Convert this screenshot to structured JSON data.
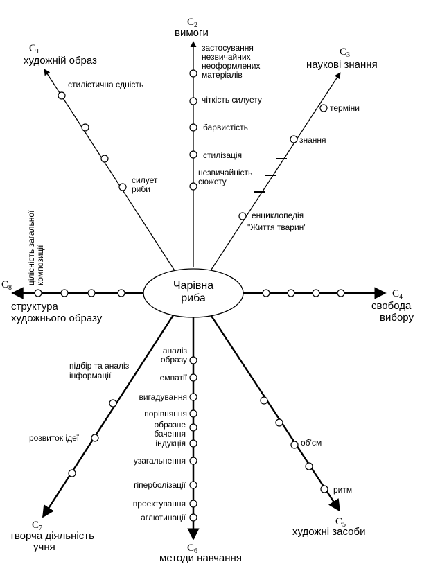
{
  "center": {
    "line1": "Чарівна",
    "line2": "риба"
  },
  "axes": {
    "c1": {
      "code": "C",
      "sub": "1",
      "title": "художній образ"
    },
    "c2": {
      "code": "C",
      "sub": "2",
      "title": "вимоги"
    },
    "c3": {
      "code": "C",
      "sub": "3",
      "title": "наукові знання"
    },
    "c4": {
      "code": "C",
      "sub": "4",
      "title1": "свобода",
      "title2": "вибору"
    },
    "c5": {
      "code": "C",
      "sub": "5",
      "title": "художні засоби"
    },
    "c6": {
      "code": "C",
      "sub": "6",
      "title": "методи навчання"
    },
    "c7": {
      "code": "C",
      "sub": "7",
      "title1": "творча діяльність",
      "title2": "учня"
    },
    "c8": {
      "code": "C",
      "sub": "8",
      "title1": "структура",
      "title2": "художнього образу"
    }
  },
  "labels": {
    "c1_1": "стилістична єдність",
    "c1_2a": "силует",
    "c1_2b": "риби",
    "c2_1a": "застосування",
    "c2_1b": "незвичайних",
    "c2_1c": "неоформлених",
    "c2_1d": "матеріалів",
    "c2_2": "чіткість силуету",
    "c2_3": "барвистість",
    "c2_4": "стилізація",
    "c2_5a": "незвичайність",
    "c2_5b": "сюжету",
    "c3_1": "терміни",
    "c3_2": "знання",
    "c3_3a": "енциклопедія",
    "c3_3b": "\"Життя тварин\"",
    "c5_1": "об'єм",
    "c5_2": "ритм",
    "c6_1a": "аналіз",
    "c6_1b": "образу",
    "c6_2": "емпатії",
    "c6_3": "вигадування",
    "c6_4": "порівняння",
    "c6_5a": "образне",
    "c6_5b": "бачення",
    "c6_6": "індукція",
    "c6_7": "узагальнення",
    "c6_8": "гіперболізації",
    "c6_9": "проектування",
    "c6_10": "аглютинації",
    "c7_1a": "підбір та аналіз",
    "c7_1b": "інформації",
    "c7_2": "розвиток ідеї",
    "c8_1a": "цілісність загальної",
    "c8_1b": "композиції"
  }
}
